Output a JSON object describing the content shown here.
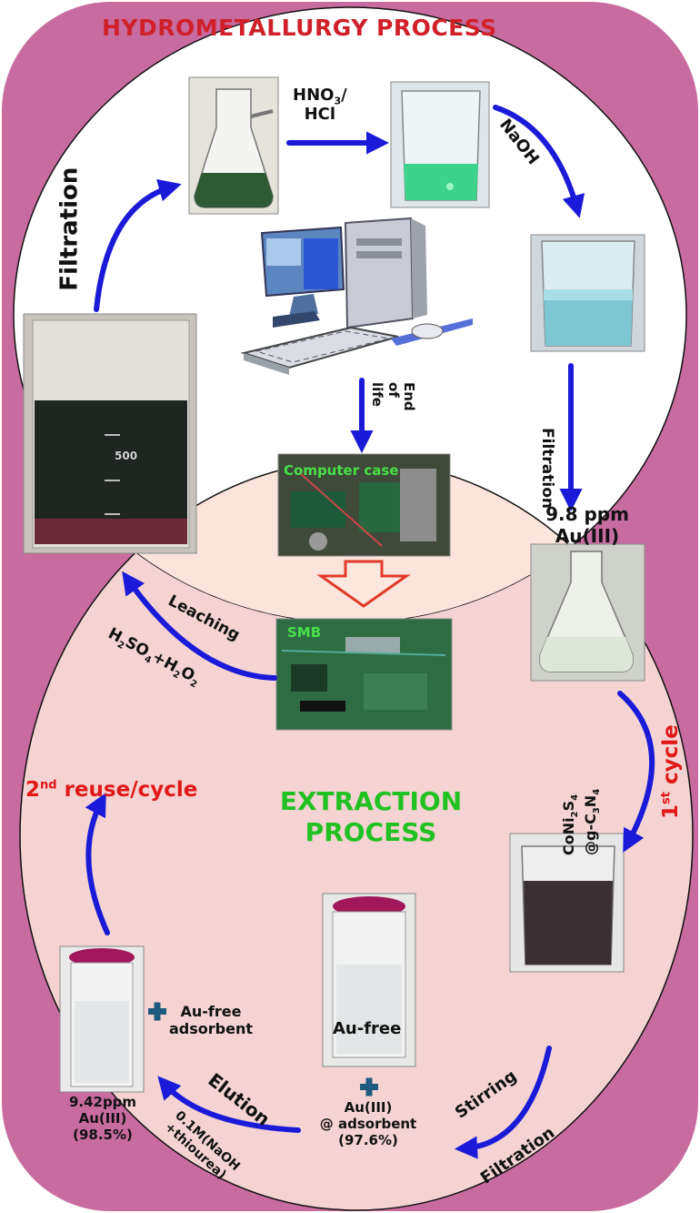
{
  "title": "HYDROMETALLURGY PROCESS",
  "extraction_title_line1": "EXTRACTION",
  "extraction_title_line2": "PROCESS",
  "colors": {
    "outer_border": "#c86ca0",
    "top_region": "#ffffff",
    "overlap_region": "#fbe4dc",
    "bottom_region": "#f5d3d3",
    "arrow_blue": "#1a1ad8",
    "title_red": "#d0202a",
    "extraction_green": "#22c122"
  },
  "hydro": {
    "acid_line1": "HNO",
    "acid_sub": "3",
    "acid_slash": "/",
    "acid_line2": "HCl",
    "naoh": "NaOH",
    "filtration_left": "Filtration",
    "filtration_right": "Filtration",
    "end_of_line1": "End",
    "end_of_line2": "of",
    "end_of_line3": "life",
    "conc_value": "9.8 ppm",
    "conc_species": "Au(III)",
    "computer_case": "Computer case",
    "smb": "SMB",
    "leaching": "Leaching",
    "leach_reagent_a": "H",
    "leach_reagent_sub1": "2",
    "leach_reagent_b": "SO",
    "leach_reagent_sub2": "4",
    "leach_reagent_c": "+H",
    "leach_reagent_sub3": "2",
    "leach_reagent_d": "O",
    "leach_reagent_sub4": "2",
    "beaker_mark": "500"
  },
  "extraction": {
    "adsorbent_line1": "CoNi",
    "adsorbent_sub1": "2",
    "adsorbent_mid": "S",
    "adsorbent_sub2": "4",
    "adsorbent_line2": "@g-C",
    "adsorbent_sub3": "3",
    "adsorbent_mid2": "N",
    "adsorbent_sub4": "4",
    "first_cycle_num": "1",
    "first_cycle_sup": "st",
    "first_cycle_word": " cycle",
    "second_cycle_num": "2",
    "second_cycle_sup": "nd",
    "second_cycle_word": " reuse/cycle",
    "stirring": "Stirring",
    "filtration": "Filtration",
    "au_free_label": "Au-free",
    "adsorbed_line1": "Au(III)",
    "adsorbed_line2": "@ adsorbent",
    "adsorbed_line3": "(97.6%)",
    "elution": "Elution",
    "eluent_line1": "0.1M(NaOH",
    "eluent_line2": "+thiourea)",
    "au_free_ads_line1": "Au-free",
    "au_free_ads_line2": "adsorbent",
    "recovered_line1": "9.42ppm",
    "recovered_line2": "Au(III)",
    "recovered_line3": "(98.5%)"
  }
}
